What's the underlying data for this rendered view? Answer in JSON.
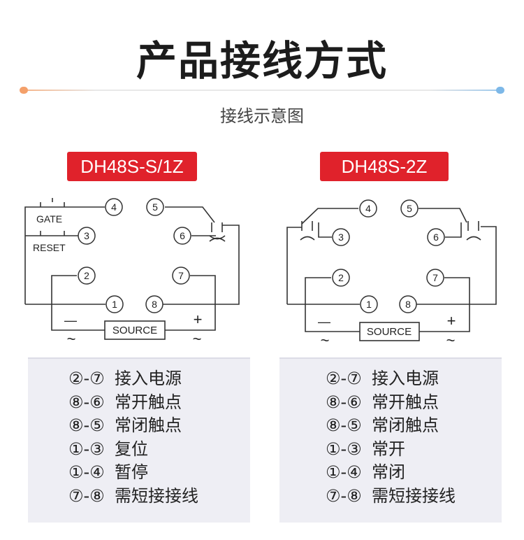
{
  "page": {
    "title": "产品接线方式",
    "subtitle": "接线示意图"
  },
  "left": {
    "model": "DH48S-S/1Z",
    "terminals": [
      "④",
      "⑤",
      "③",
      "⑥",
      "②",
      "⑦",
      "①",
      "⑧"
    ],
    "switch_labels": {
      "gate": "GATE",
      "reset": "RESET"
    },
    "source_label": "SOURCE",
    "minus": "—",
    "plus": "+",
    "wave": "~",
    "legend": [
      {
        "code": "②-⑦",
        "desc": "接入电源"
      },
      {
        "code": "⑧-⑥",
        "desc": "常开触点"
      },
      {
        "code": "⑧-⑤",
        "desc": "常闭触点"
      },
      {
        "code": "①-③",
        "desc": "复位"
      },
      {
        "code": "①-④",
        "desc": "暂停"
      },
      {
        "code": "⑦-⑧",
        "desc": "需短接接线"
      }
    ]
  },
  "right": {
    "model": "DH48S-2Z",
    "terminals": [
      "④",
      "⑤",
      "③",
      "⑥",
      "②",
      "⑦",
      "①",
      "⑧"
    ],
    "source_label": "SOURCE",
    "minus": "—",
    "plus": "+",
    "wave": "~",
    "legend": [
      {
        "code": "②-⑦",
        "desc": "接入电源"
      },
      {
        "code": "⑧-⑥",
        "desc": "常开触点"
      },
      {
        "code": "⑧-⑤",
        "desc": "常闭触点"
      },
      {
        "code": "①-③",
        "desc": "常开"
      },
      {
        "code": "①-④",
        "desc": "常闭"
      },
      {
        "code": "⑦-⑧",
        "desc": "需短接接线"
      }
    ]
  },
  "colors": {
    "badge": "#e0222b",
    "panel": "#eeeef4",
    "line": "#333333"
  }
}
